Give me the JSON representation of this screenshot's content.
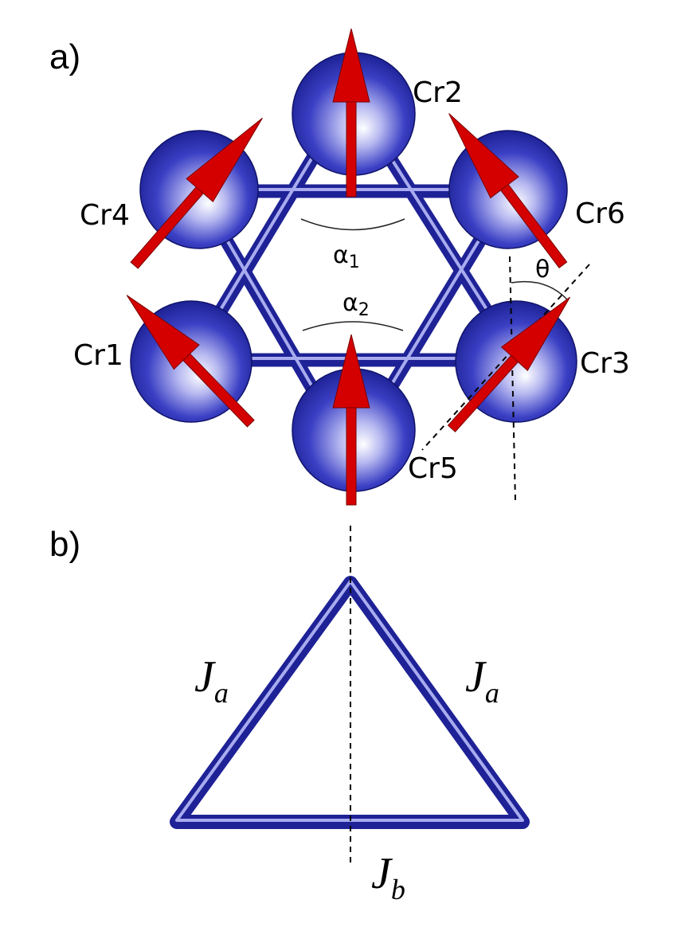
{
  "panels": {
    "a": "a)",
    "b": "b)"
  },
  "atoms": {
    "cr1": "Cr1",
    "cr2": "Cr2",
    "cr3": "Cr3",
    "cr4": "Cr4",
    "cr5": "Cr5",
    "cr6": "Cr6"
  },
  "angles": {
    "alpha1": {
      "symbol": "α",
      "sub": "1"
    },
    "alpha2": {
      "symbol": "α",
      "sub": "2"
    },
    "theta": "θ"
  },
  "couplings": {
    "ja_left": {
      "symbol": "J",
      "sub": "a"
    },
    "ja_right": {
      "symbol": "J",
      "sub": "a"
    },
    "jb": {
      "symbol": "J",
      "sub": "b"
    }
  },
  "colors": {
    "atom": "#2a2fb0",
    "bond": "#2c30b8",
    "spin_arrow": "#d40000"
  }
}
